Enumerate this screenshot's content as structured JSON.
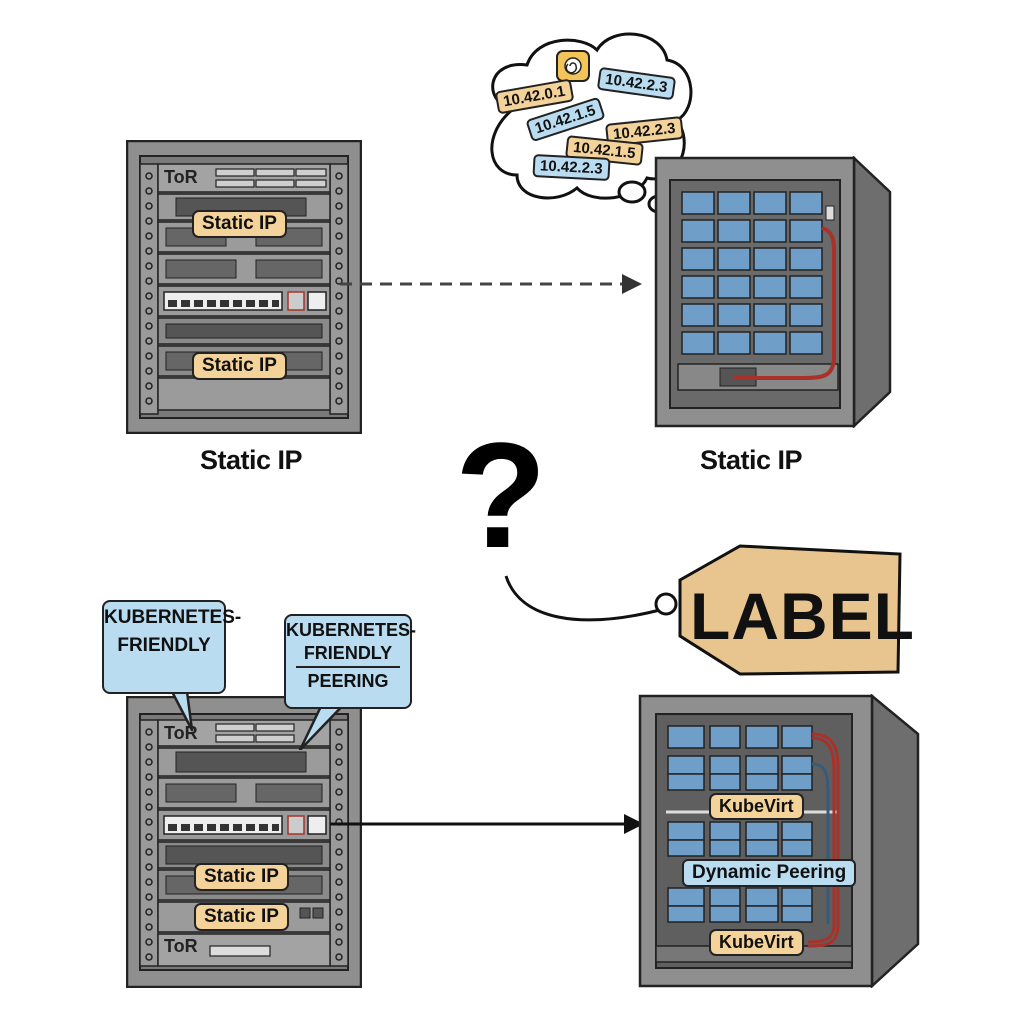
{
  "top_left_rack": {
    "device_label": "ToR",
    "tags": [
      "Static IP",
      "Static IP"
    ],
    "caption": "Static IP"
  },
  "top_right_server": {
    "caption": "Static IP"
  },
  "thought_cloud": {
    "addresses": [
      {
        "text": "10.42.0.1",
        "color": "orange"
      },
      {
        "text": "10.42.2.3",
        "color": "blue"
      },
      {
        "text": "10.42.1.5",
        "color": "blue"
      },
      {
        "text": "10.42.2.3",
        "color": "orange"
      },
      {
        "text": "10.42.1.5",
        "color": "orange"
      },
      {
        "text": "10.42.2.3",
        "color": "blue"
      }
    ],
    "icon": "swirl-icon"
  },
  "center": {
    "symbol": "?",
    "tag_text": "LABEL"
  },
  "bottom_left_rack": {
    "device_labels": [
      "ToR",
      "ToR"
    ],
    "tags": [
      "Static IP",
      "Static IP"
    ],
    "callouts": [
      {
        "lines": [
          "KUBERNETES-",
          "FRIENDLY"
        ]
      },
      {
        "lines": [
          "KUBERNETES-",
          "FRIENDLY",
          "PEERING"
        ]
      }
    ]
  },
  "bottom_right_server": {
    "tags": [
      "KubeVirt",
      "Dynamic Peering",
      "KubeVirt"
    ]
  },
  "colors": {
    "tag_orange": "#f4d39b",
    "tag_blue": "#b9dcf0",
    "rack_gray": "#8f8f8f",
    "cable_red": "#a8322a",
    "label_tag": "#e8c48f"
  }
}
